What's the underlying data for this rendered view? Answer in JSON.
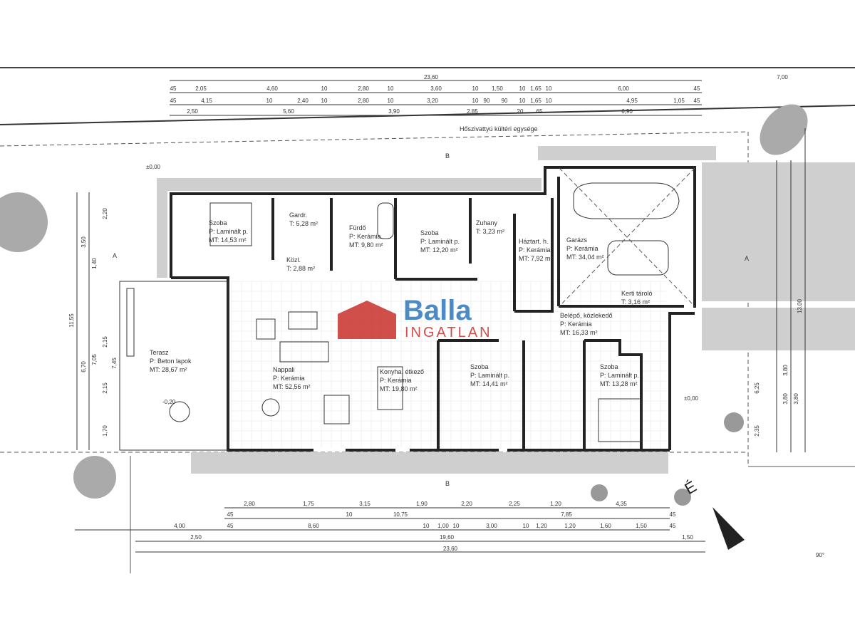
{
  "rooms": [
    {
      "name": "Szoba",
      "floor": "P: Laminált p.",
      "area": "MT: 14,53 m²"
    },
    {
      "name": "Gardr.",
      "floor": "T: 5,28 m²",
      "area": ""
    },
    {
      "name": "Fürdő",
      "floor": "P: Kerámia",
      "area": "MT: 9,80 m²"
    },
    {
      "name": "Szoba",
      "floor": "P: Laminált p.",
      "area": "MT: 12,20 m²"
    },
    {
      "name": "Zuhany",
      "floor": "T: 3,23 m²",
      "area": ""
    },
    {
      "name": "Háztart. h.",
      "floor": "P: Kerámia",
      "area": "MT: 7,92 m²"
    },
    {
      "name": "Garázs",
      "floor": "P: Kerámia",
      "area": "MT: 34,04 m²"
    },
    {
      "name": "Kerti tároló",
      "floor": "T: 3,16 m²",
      "area": ""
    },
    {
      "name": "Közl.",
      "floor": "T: 2,88 m²",
      "area": ""
    },
    {
      "name": "Belépő, közlekedő",
      "floor": "P: Kerámia",
      "area": "MT: 16,33 m²"
    },
    {
      "name": "Terasz",
      "floor": "P: Beton lapok",
      "area": "MT: 28,67 m²"
    },
    {
      "name": "Nappali",
      "floor": "P: Kerámia",
      "area": "MT: 52,56 m²"
    },
    {
      "name": "Konyha, étkező",
      "floor": "P: Kerámia",
      "area": "MT: 19,80 m²"
    },
    {
      "name": "Szoba",
      "floor": "P: Laminált p.",
      "area": "MT: 14,41 m²"
    },
    {
      "name": "Szoba",
      "floor": "P: Laminált p.",
      "area": "MT: 13,28 m²"
    }
  ],
  "annotations": {
    "heat_pump": "Hőszivattyú kültéri egysége",
    "section_a": "A",
    "section_b": "B",
    "level_zero": "±0,00",
    "terrace_level": "-0,20",
    "north": "É",
    "angle": "90°"
  },
  "dimensions": {
    "top_total": "23,60",
    "top_right": "7,00",
    "top_row1": [
      "45",
      "2,05",
      "4,60",
      "10",
      "2,80",
      "10",
      "3,60",
      "10",
      "1,50",
      "10",
      "1,65",
      "10",
      "6,00",
      "45"
    ],
    "top_row2": [
      "45",
      "4,15",
      "10",
      "2,40",
      "10",
      "2,80",
      "10",
      "3,20",
      "10",
      "90",
      "90",
      "10",
      "1,65",
      "10",
      "4,95",
      "1,05",
      "45"
    ],
    "top_row3": [
      "2,50",
      "5,60",
      "3,90",
      "2,85",
      "20",
      "65",
      "6,90"
    ],
    "bottom_row1": [
      "2,80",
      "1,75",
      "3,15",
      "1,90",
      "2,20",
      "2,25",
      "1,20",
      "4,35"
    ],
    "bottom_row2": [
      "45",
      "10,75",
      "10",
      "7,85",
      "45"
    ],
    "bottom_row3": [
      "4,00",
      "45",
      "8,60",
      "10",
      "1,00",
      "10",
      "3,00",
      "10",
      "1,20",
      "1,20",
      "1,60",
      "1,50",
      "45"
    ],
    "bottom_row4": [
      "2,50",
      "19,60",
      "1,50"
    ],
    "bottom_total": "23,60",
    "left_vertical": [
      "11,55",
      "3,50",
      "2,20",
      "1,40",
      "6,70",
      "7,05",
      "7,45",
      "2,15",
      "2,15",
      "1,70"
    ],
    "right_vertical": [
      "13,00",
      "6,25",
      "3,80",
      "3,80",
      "3,80",
      "2,35"
    ]
  },
  "watermark": {
    "name": "Balla",
    "sub": "INGATLAN"
  }
}
